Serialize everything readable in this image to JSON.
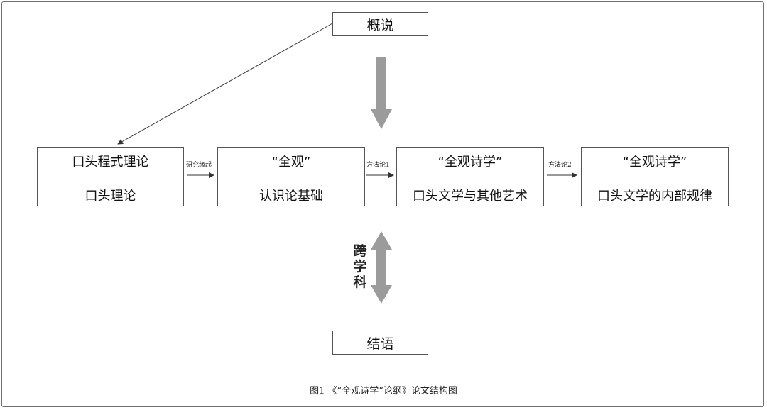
{
  "diagram": {
    "top_box": "概说",
    "bottom_box": "结语",
    "stages": [
      {
        "line1": "口头程式理论",
        "line2": "口头理论"
      },
      {
        "line1": "“全观”",
        "line2": "认识论基础"
      },
      {
        "line1": "“全观诗学”",
        "line2": "口头文学与其他艺术"
      },
      {
        "line1": "“全观诗学”",
        "line2": "口头文学的内部规律"
      }
    ],
    "edge_labels": [
      "研究缘起",
      "方法论1",
      "方法论2"
    ],
    "vertical_label": "跨学科",
    "caption": "图1 《“全观诗学”论纲》论文结构图",
    "colors": {
      "border": "#555555",
      "thick_arrow": "#9b9b9b",
      "thin_line": "#333333"
    }
  }
}
